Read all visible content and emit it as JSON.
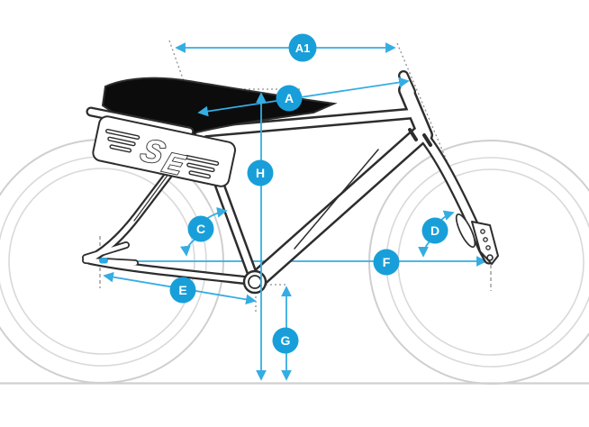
{
  "diagram": {
    "title": "bike-frame-geometry-diagram",
    "colors": {
      "accent": "#189fd9",
      "measure_line": "#35ade3",
      "frame": "#2d2d2d",
      "wheel": "#d6d6d6",
      "ground": "#d0d0d0",
      "seat": "#0c0c0c",
      "guide": "#8f8f8f",
      "background": "#ffffff",
      "dropout_slot": "#2ba9e0"
    },
    "logo": {
      "s": "S",
      "e": "E"
    },
    "labels": [
      {
        "id": "A1"
      },
      {
        "id": "A"
      },
      {
        "id": "H"
      },
      {
        "id": "C"
      },
      {
        "id": "D"
      },
      {
        "id": "E"
      },
      {
        "id": "F"
      },
      {
        "id": "G"
      }
    ]
  }
}
